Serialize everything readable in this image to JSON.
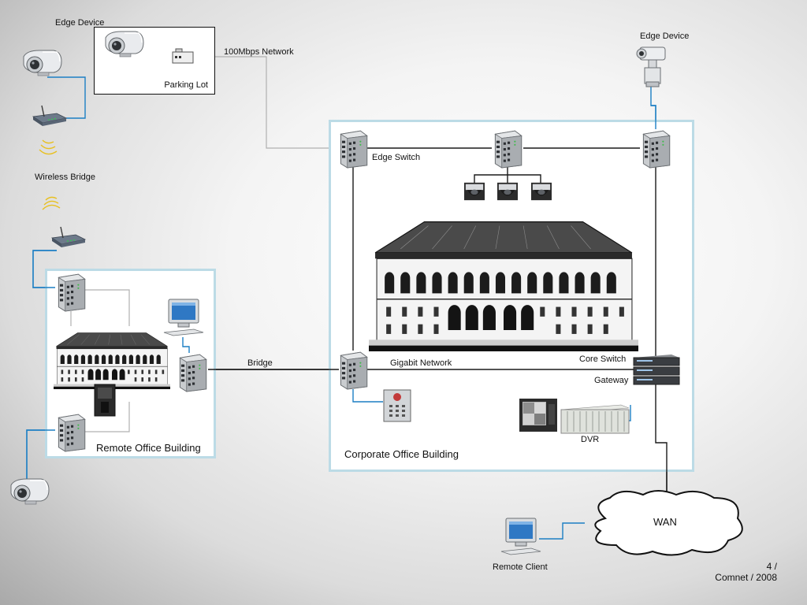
{
  "labels": {
    "edge_device_left": "Edge Device",
    "parking_lot": "Parking Lot",
    "network_100mbps": "100Mbps Network",
    "edge_device_right": "Edge Device",
    "wireless_bridge": "Wireless Bridge",
    "edge_switch": "Edge Switch",
    "bridge": "Bridge",
    "gigabit_network": "Gigabit Network",
    "core_switch": "Core Switch",
    "gateway": "Gateway",
    "dvr": "DVR",
    "remote_office_building": "Remote Office Building",
    "corporate_office_building": "Corporate Office Building",
    "wan": "WAN",
    "remote_client": "Remote Client"
  },
  "footer": {
    "page": "4 /",
    "source": "Comnet  / 2008"
  },
  "colors": {
    "connector_blue": "#1c7fc4",
    "frame_light_blue": "#bcdbe6",
    "backbone_black": "#1a1a1a",
    "link_gray": "#b0b0b0"
  },
  "icons": {
    "camera": "box-camera-icon",
    "ptz": "ptz-camera-icon",
    "dome": "dome-camera-icon",
    "switch": "network-switch-icon",
    "router": "wireless-router-icon",
    "computer": "desktop-computer-icon",
    "building": "library-building-icon"
  }
}
